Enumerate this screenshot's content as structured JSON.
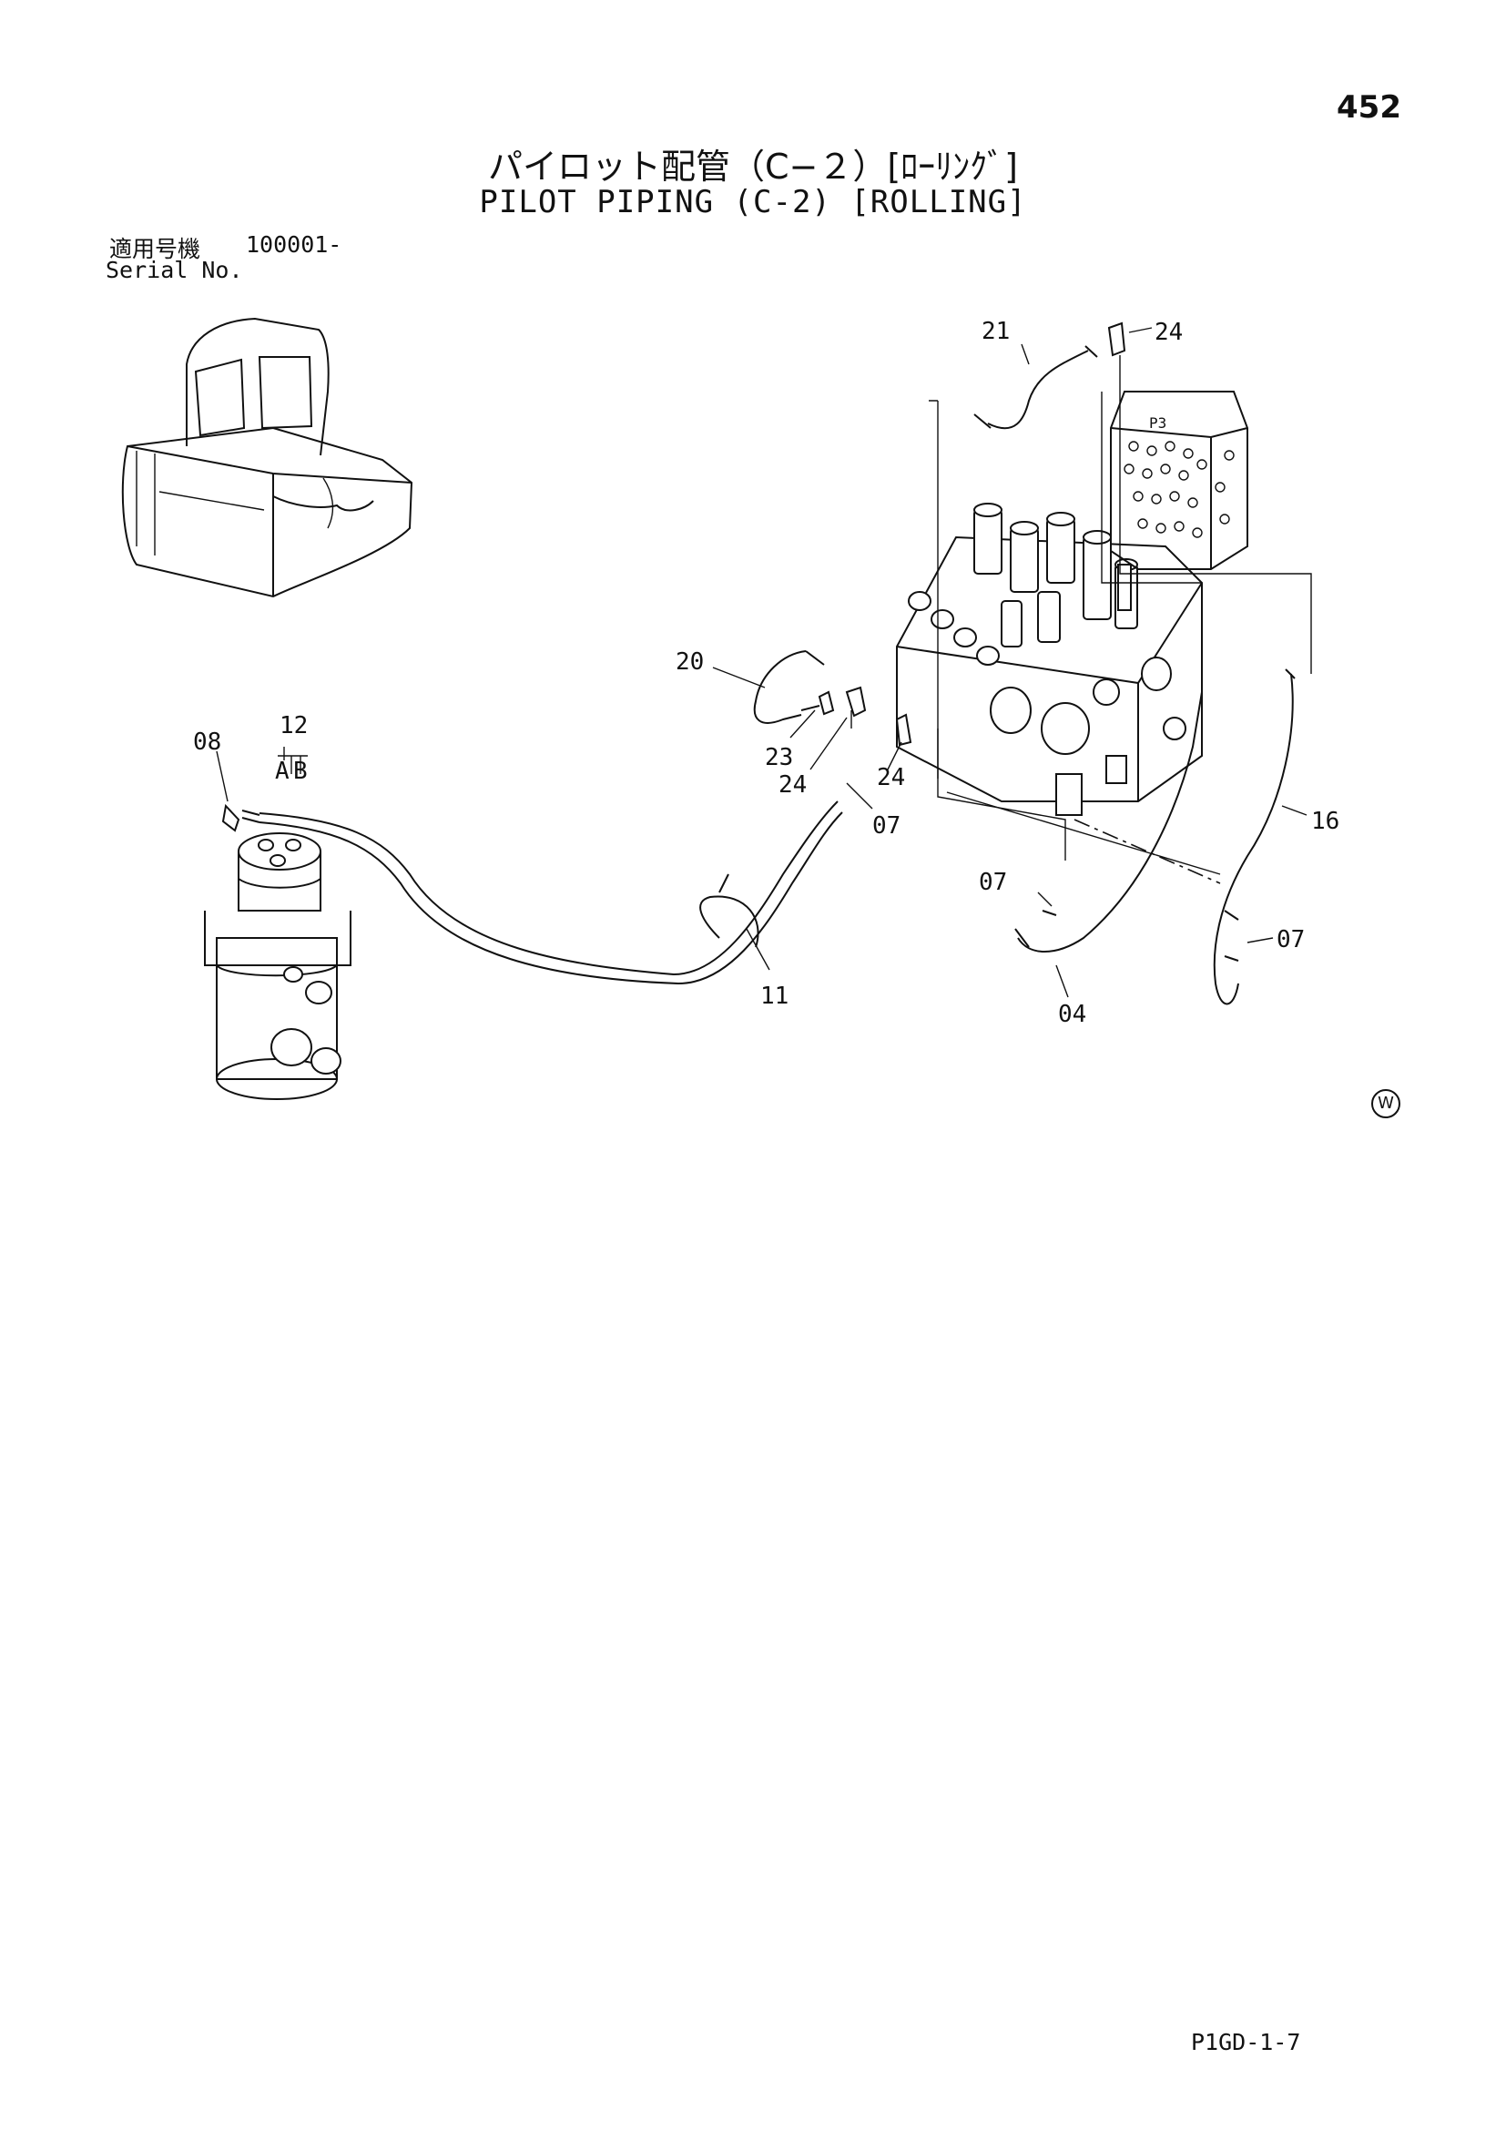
{
  "page": {
    "number": "452",
    "code": "P1GD-1-7",
    "corner_mark": "W"
  },
  "title": {
    "japanese": "パイロット配管（C−２）[ﾛｰﾘﾝｸﾞ]",
    "english": "PILOT PIPING (C-2) [ROLLING]"
  },
  "serial": {
    "label_japanese": "適用号機",
    "value": "100001-",
    "label_english": "Serial No."
  },
  "callouts": {
    "c21": "21",
    "c24_top": "24",
    "c20": "20",
    "c23": "23",
    "c24_mid": "24",
    "c24_right": "24",
    "c07_mid": "07",
    "c12": "12",
    "c12_a": "A",
    "c12_b": "B",
    "c08": "08",
    "c16": "16",
    "c07_lower": "07",
    "c07_right": "07",
    "c11": "11",
    "c04": "04"
  }
}
